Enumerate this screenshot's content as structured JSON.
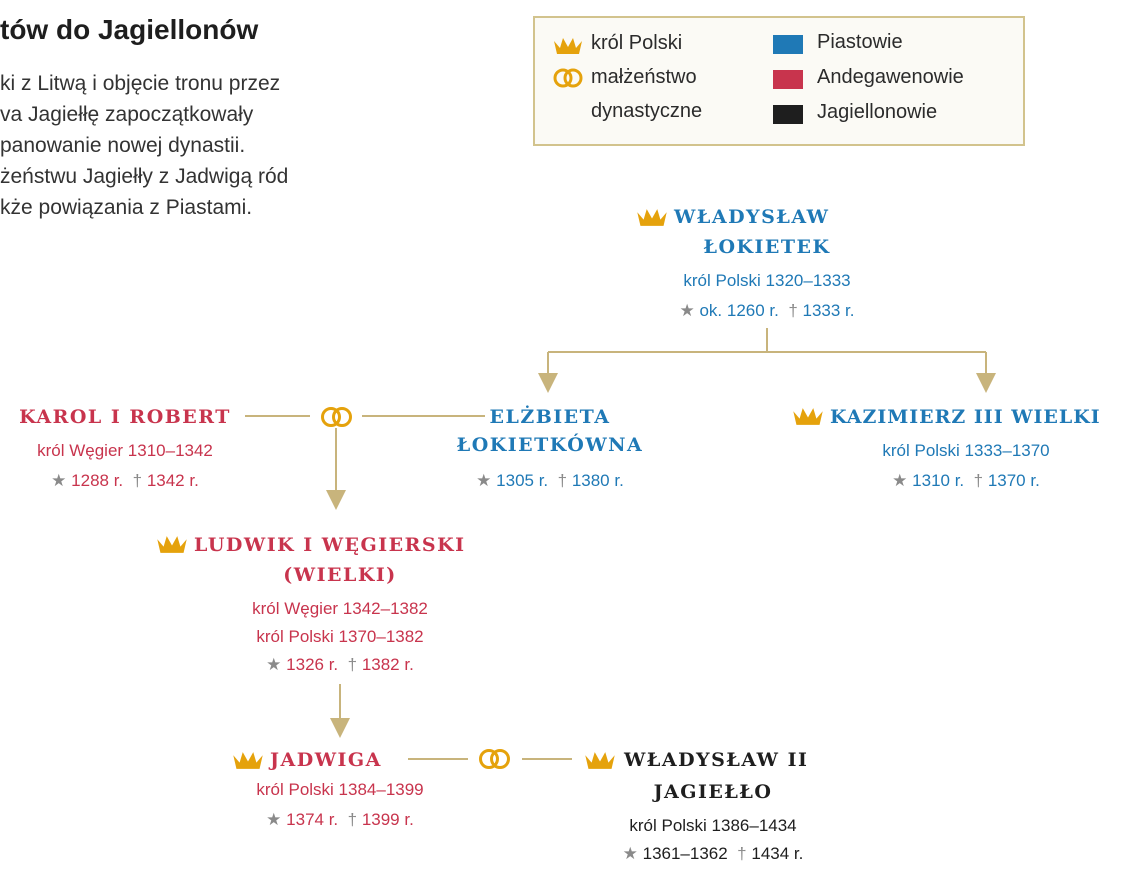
{
  "colors": {
    "piast": "#1f79b6",
    "andegawen": "#c8344d",
    "jagiellon": "#1e1e1e",
    "gold": "#e5a20c",
    "line": "#c8b47c"
  },
  "title": "tów do Jagiellonów",
  "intro": [
    "ki z Litwą i objęcie tronu przez",
    "va Jagiełłę zapoczątkowały",
    "panowanie nowej dynastii.",
    "żeństwu Jagiełły z Jadwigą ród",
    "kże powiązania z Piastami."
  ],
  "legend": {
    "crown_label": "król Polski",
    "marriage_label_1": "małżeństwo",
    "marriage_label_2": "dynastyczne",
    "piast_label": "Piastowie",
    "andegawen_label": "Andegawenowie",
    "jagiellon_label": "Jagiellonowie",
    "crown_icon": "crown-icon",
    "marriage_icon": "rings-icon"
  },
  "people": {
    "lokietek": {
      "name_1": "WŁADYSŁAW",
      "name_2": "ŁOKIETEK",
      "title": "król Polski 1320–1333",
      "born": "ok. 1260 r.",
      "died": "1333 r."
    },
    "karol": {
      "name_1": "KAROL I ROBERT",
      "title": "król Węgier 1310–1342",
      "born": "1288 r.",
      "died": "1342 r."
    },
    "elzbieta": {
      "name_1": "ELŻBIETA",
      "name_2": "ŁOKIETKÓWNA",
      "born": "1305 r.",
      "died": "1380 r."
    },
    "kazimierz": {
      "name_1": "KAZIMIERZ III WIELKI",
      "title": "król Polski 1333–1370",
      "born": "1310 r.",
      "died": "1370 r."
    },
    "ludwik": {
      "name_1": "LUDWIK I WĘGIERSKI",
      "name_2": "(WIELKI)",
      "title_1": "król Węgier 1342–1382",
      "title_2": "król Polski 1370–1382",
      "born": "1326 r.",
      "died": "1382 r."
    },
    "jadwiga": {
      "name_1": "JADWIGA",
      "title": "król Polski 1384–1399",
      "born": "1374 r.",
      "died": "1399 r."
    },
    "jagiello": {
      "name_1": "WŁADYSŁAW II",
      "name_2": "JAGIEŁŁO",
      "title": "król Polski 1386–1434",
      "born": "1361–1362",
      "died": "1434 r."
    }
  },
  "symbols": {
    "born": "★",
    "died": "†"
  }
}
